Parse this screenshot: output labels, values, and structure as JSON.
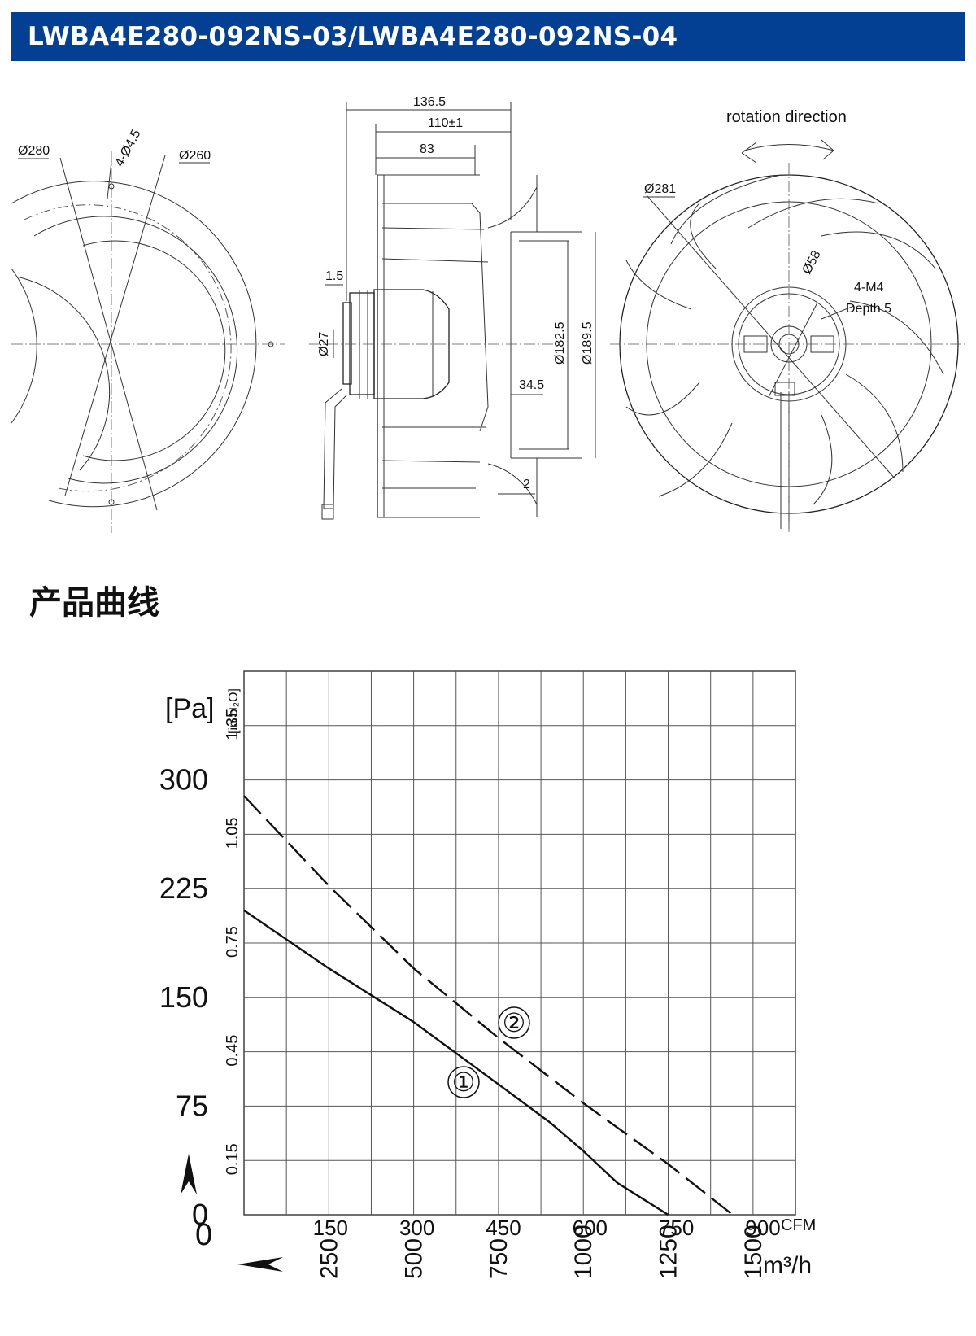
{
  "header": {
    "title": "LWBA4E280-092NS-03/LWBA4E280-092NS-04"
  },
  "drawing": {
    "left_view": {
      "outer_dia": "Ø280",
      "holes": "4-Ø4.5",
      "pitch_dia": "Ø260"
    },
    "side_view": {
      "dims": {
        "d1": "136.5",
        "d2": "110±1",
        "d3": "83",
        "d4": "1.5",
        "d5": "Ø27",
        "d6": "Ø182.5",
        "d7": "Ø189.5",
        "d8": "34.5",
        "d9": "2"
      }
    },
    "right_view": {
      "rotation": "rotation direction",
      "fan_dia": "Ø281",
      "hub_dia": "Ø58",
      "thread": "4-M4",
      "depth": "Depth 5"
    }
  },
  "section": {
    "title": "产品曲线"
  },
  "chart_data": {
    "type": "line",
    "ylabel": "[Pa]",
    "ylabel2": "[in.H₂O]",
    "y_ticks": [
      "300",
      "225",
      "150",
      "75",
      "0"
    ],
    "y2_ticks": [
      "1.35",
      "1.05",
      "0.75",
      "0.45",
      "0.15"
    ],
    "x_ticks_cfm": [
      "150",
      "300",
      "450",
      "600",
      "750",
      "900"
    ],
    "x_unit_cfm": "CFM",
    "x_ticks_m3h": [
      "250",
      "500",
      "750",
      "1000",
      "1250",
      "1500"
    ],
    "x_unit_m3h": "m³/h",
    "xlim_m3h": [
      0,
      1625
    ],
    "ylim_pa": [
      0,
      375
    ],
    "series": [
      {
        "name": "①",
        "style": "solid",
        "x": [
          0,
          250,
          500,
          750,
          900,
          1000,
          1100,
          1250
        ],
        "y": [
          210,
          170,
          133,
          90,
          64,
          44,
          22,
          0
        ]
      },
      {
        "name": "②",
        "style": "dashed",
        "x": [
          0,
          250,
          500,
          750,
          1000,
          1250,
          1440
        ],
        "y": [
          289,
          227,
          170,
          122,
          77,
          35,
          0
        ]
      }
    ]
  }
}
